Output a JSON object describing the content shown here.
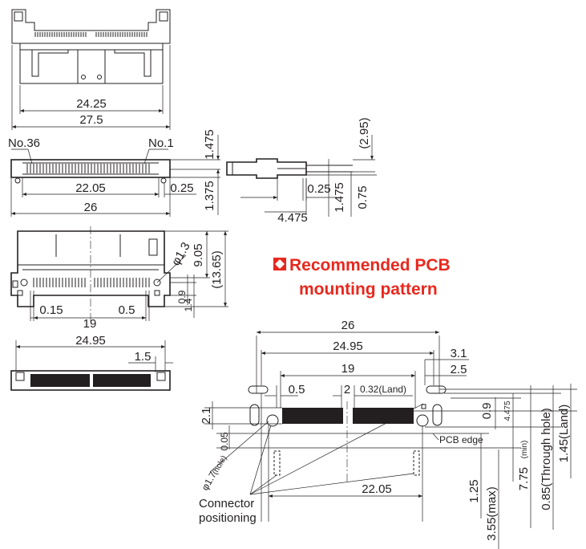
{
  "colors": {
    "accent": "#e8281e",
    "ink": "#231f20",
    "background": "#ffffff"
  },
  "icons": {
    "section_marker": "red-diamond-icon"
  },
  "top_view": {
    "dim_inner": "24.25",
    "dim_outer": "27.5"
  },
  "front_view": {
    "label_left": "No.36",
    "label_right": "No.1",
    "dim_pitch_span": "22.05",
    "dim_offset": "0.25",
    "dim_width": "26",
    "dim_height_top": "1.475",
    "dim_height_bottom": "1.375"
  },
  "side_view": {
    "dim_total": "(2.95)",
    "dim_offset": "0.25",
    "dim_depth": "4.475",
    "dim_h1": "1.475",
    "dim_h2": "0.75"
  },
  "bottom_view": {
    "hole_dia": "φ1.3",
    "dim_h1": "9.05",
    "dim_h2": "(13.65)",
    "dim_v1": "0.9",
    "dim_v2": "1.4",
    "dim_left": "0.15",
    "dim_span": "19",
    "dim_right": "0.5"
  },
  "rear_view": {
    "dim_width": "24.95",
    "dim_tab": "1.5"
  },
  "pcb_pattern": {
    "title_line1": "Recommended PCB",
    "title_line2": "mounting pattern",
    "dim_26": "26",
    "dim_24_95": "24.95",
    "dim_3_1": "3.1",
    "dim_19": "19",
    "dim_2_5": "2.5",
    "dim_0_5": "0.5",
    "dim_2": "2",
    "dim_land": "0.32(Land)",
    "dim_2_1": "2.1",
    "dim_0_05": "0.05",
    "dim_0_9": "0.9",
    "dim_4_475": "4.475",
    "pcb_edge": "PCB edge",
    "dim_7_75": "7.75",
    "dim_7_75_suffix": "(min)",
    "hole_dia_main": "φ1.7",
    "hole_dia_suffix": "(hole)",
    "dim_22_05": "22.05",
    "dim_1_25": "1.25",
    "dim_3_55": "3.55(max)",
    "dim_through": "0.85(Through hole)",
    "dim_land_total": "1.45(Land)",
    "positioning_line1": "Connector",
    "positioning_line2": "positioning"
  }
}
